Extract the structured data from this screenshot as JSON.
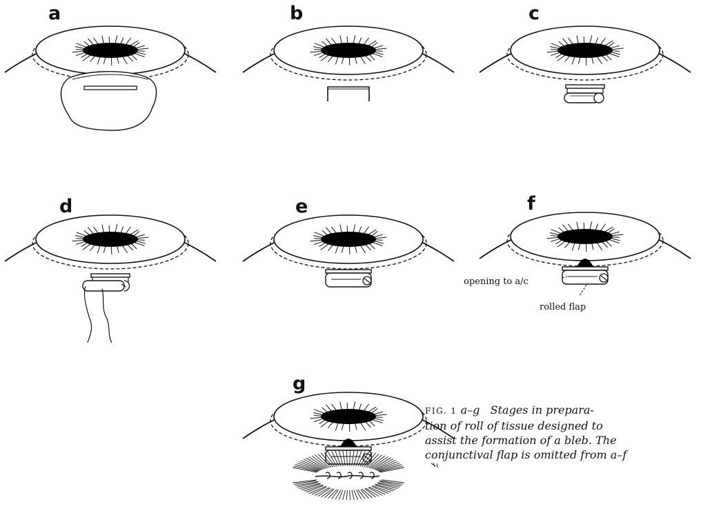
{
  "panels": [
    {
      "label": "a",
      "variant": "a"
    },
    {
      "label": "b",
      "variant": "b"
    },
    {
      "label": "c",
      "variant": "c"
    },
    {
      "label": "d",
      "variant": "d"
    },
    {
      "label": "e",
      "variant": "e"
    },
    {
      "label": "f",
      "variant": "f"
    },
    {
      "label": "g",
      "variant": "g"
    }
  ],
  "annotations": {
    "opening": "opening to a/c",
    "rolled_flap": "rolled flap"
  },
  "caption": {
    "fig_label": "FIG. 1",
    "range": "a–g",
    "line1_rest": "Stages in prepara-",
    "line2": "tion of roll of tissue designed to",
    "line3": "assist the formation of a bleb. The",
    "line4": "conjunctival flap is omitted from a–f"
  }
}
